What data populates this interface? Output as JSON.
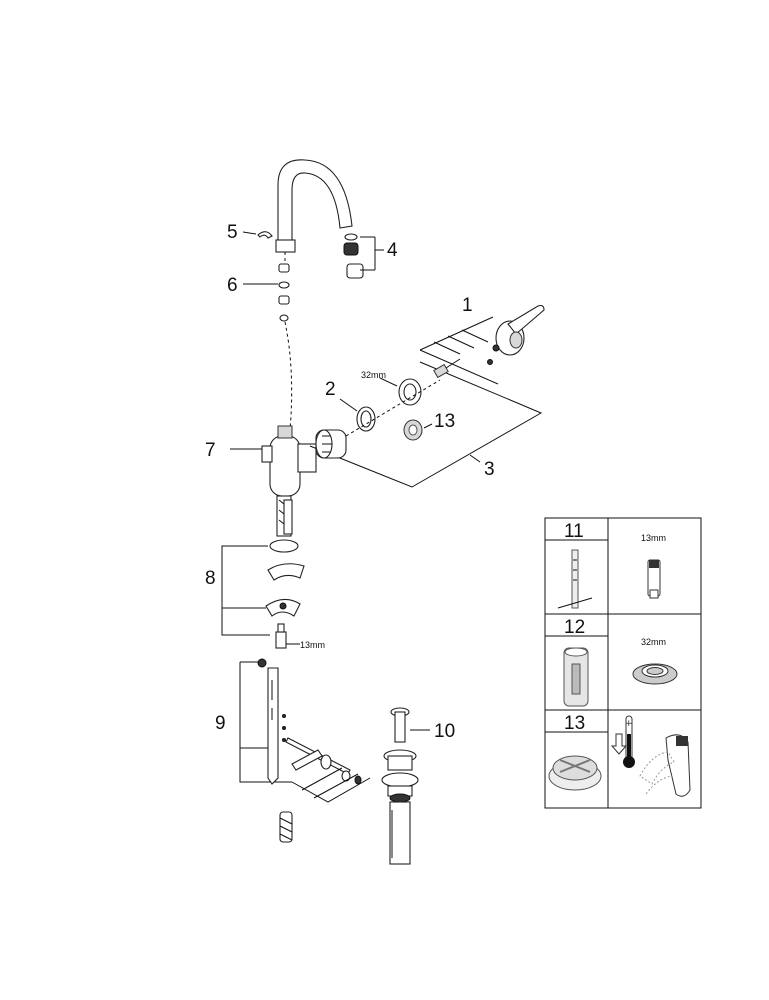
{
  "callouts": {
    "c1": "1",
    "c2": "2",
    "c3": "3",
    "c4": "4",
    "c5": "5",
    "c6": "6",
    "c7": "7",
    "c8": "8",
    "c9": "9",
    "c10": "10",
    "c13": "13"
  },
  "dimensions": {
    "cartridge_nut": "32mm",
    "fitting": "13mm"
  },
  "legend_table": {
    "rows": [
      {
        "number": "11",
        "size": "13mm"
      },
      {
        "number": "12",
        "size": "32mm"
      },
      {
        "number": "13"
      }
    ]
  }
}
